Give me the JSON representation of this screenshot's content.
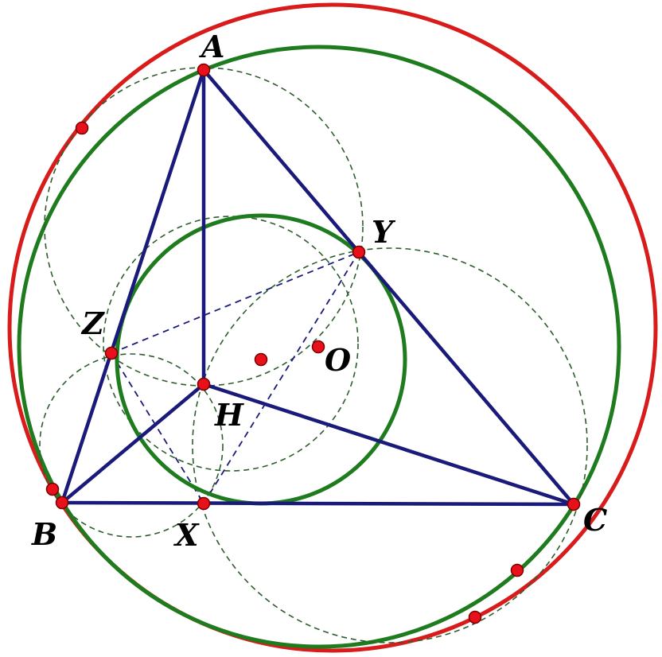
{
  "colors": {
    "triangle": "#1a1a7a",
    "green_circle": "#1e7b1e",
    "red_circle": "#d81c1c",
    "dashed": "#2e5e2e",
    "points": "#e8101a",
    "background": "#ffffff"
  },
  "labels": {
    "A": "A",
    "B": "B",
    "C": "C",
    "X": "X",
    "Y": "Y",
    "Z": "Z",
    "H": "H",
    "O": "O"
  }
}
